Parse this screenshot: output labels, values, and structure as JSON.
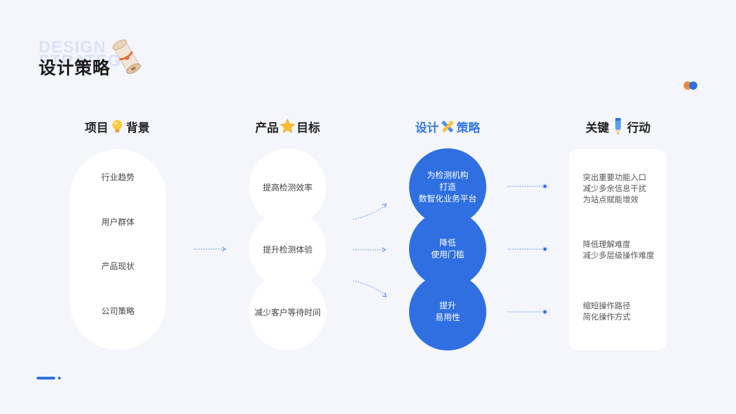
{
  "header": {
    "bg_word_1": "DESIGN",
    "bg_word_2": "STRATEGY",
    "title": "设计策略"
  },
  "columns": [
    {
      "head_left": "项目",
      "head_right": "背景",
      "icon": "lightbulb-icon",
      "items": [
        "行业趋势",
        "用户群体",
        "产品现状",
        "公司策略"
      ]
    },
    {
      "head_left": "产品",
      "head_right": "目标",
      "icon": "star-icon",
      "items": [
        "提高检测效率",
        "提升检测体验",
        "减少客户等待时间"
      ]
    },
    {
      "head_left": "设计",
      "head_right": "策略",
      "icon": "ruler-pencil-icon",
      "items": [
        "为检测机构\n打造\n数智化业务平台",
        "降低\n使用门槛",
        "提升\n易用性"
      ]
    },
    {
      "head_left": "关键",
      "head_right": "行动",
      "icon": "pencil-icon",
      "items": [
        "突出重要功能入口\n减少多余信息干扰\n为站点赋能增效",
        "降低理解难度\n减少多层级操作难度",
        "缩短操作路径\n简化操作方式"
      ]
    }
  ],
  "colors": {
    "accent_blue": "#2f6fe2",
    "heading_blue": "#3377e6",
    "orange": "#f0883a",
    "background": "#f4f6fc"
  }
}
